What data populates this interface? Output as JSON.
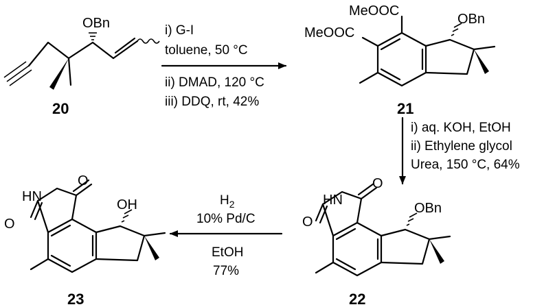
{
  "scheme": {
    "compounds": [
      {
        "id": "20",
        "label": "20"
      },
      {
        "id": "21",
        "label": "21"
      },
      {
        "id": "22",
        "label": "22"
      },
      {
        "id": "23",
        "label": "23"
      }
    ],
    "atom_labels": {
      "obn": "OBn",
      "meooc": "MeOOC",
      "oh": "OH",
      "hn": "HN",
      "o": "O"
    },
    "step1": {
      "conditions": [
        "i) G-I",
        "toluene, 50 °C",
        "ii) DMAD, 120 °C",
        "iii) DDQ, rt, 42%"
      ]
    },
    "step2": {
      "conditions": [
        "i) aq. KOH, EtOH",
        "ii) Ethylene glycol",
        "Urea, 150 °C, 64%"
      ]
    },
    "step3": {
      "reagent_main": "H",
      "reagent_sub": "2",
      "conditions_above": "10% Pd/C",
      "conditions_below": [
        "EtOH",
        "77%"
      ]
    }
  }
}
